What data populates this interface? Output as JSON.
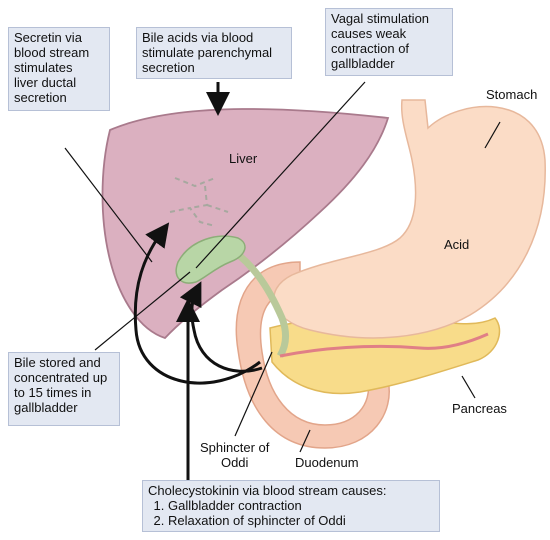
{
  "callouts": {
    "secretin": "Secretin via\nblood stream\nstimulates\nliver ductal\nsecretion",
    "bile_acids": "Bile acids via blood\nstimulate parenchymal\nsecretion",
    "vagal": "Vagal stimulation\ncauses weak\ncontraction of\ngallbladder",
    "bile_stored": "Bile stored and\nconcentrated up\nto 15 times in\ngallbladder",
    "cck": {
      "title": "Cholecystokinin via blood stream causes:",
      "steps": [
        "Gallbladder contraction",
        "Relaxation of sphincter of Oddi"
      ]
    }
  },
  "labels": {
    "liver": "Liver",
    "stomach": "Stomach",
    "acid": "Acid",
    "pancreas": "Pancreas",
    "duodenum": "Duodenum",
    "sphincter": "Sphincter of\nOddi"
  }
}
